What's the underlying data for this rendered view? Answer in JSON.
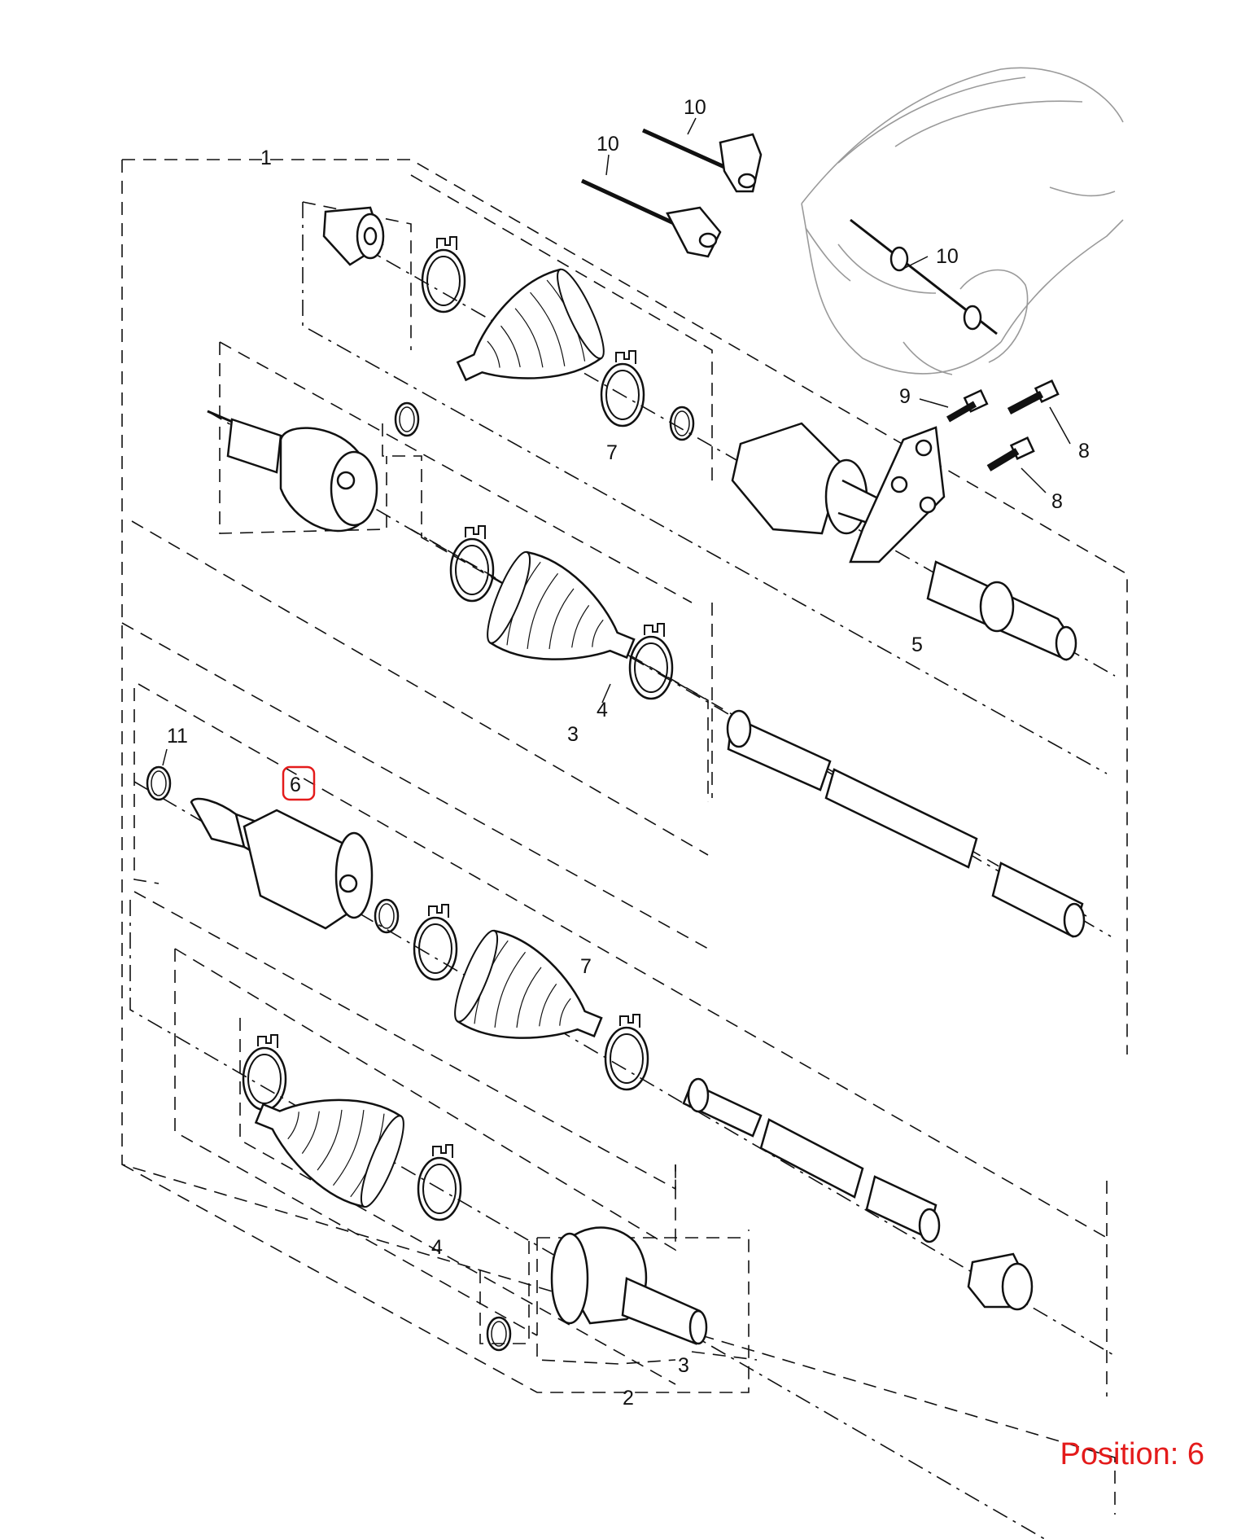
{
  "highlight_color": "#e41b1b",
  "labels": {
    "l1": "1",
    "l2": "2",
    "l3a": "3",
    "l3b": "3",
    "l4a": "4",
    "l4b": "4",
    "l5": "5",
    "l6": "6",
    "l7a": "7",
    "l7b": "7",
    "l8a": "8",
    "l8b": "8",
    "l9": "9",
    "l10a": "10",
    "l10b": "10",
    "l10c": "10",
    "l11": "11"
  },
  "position_text": "Position: 6"
}
